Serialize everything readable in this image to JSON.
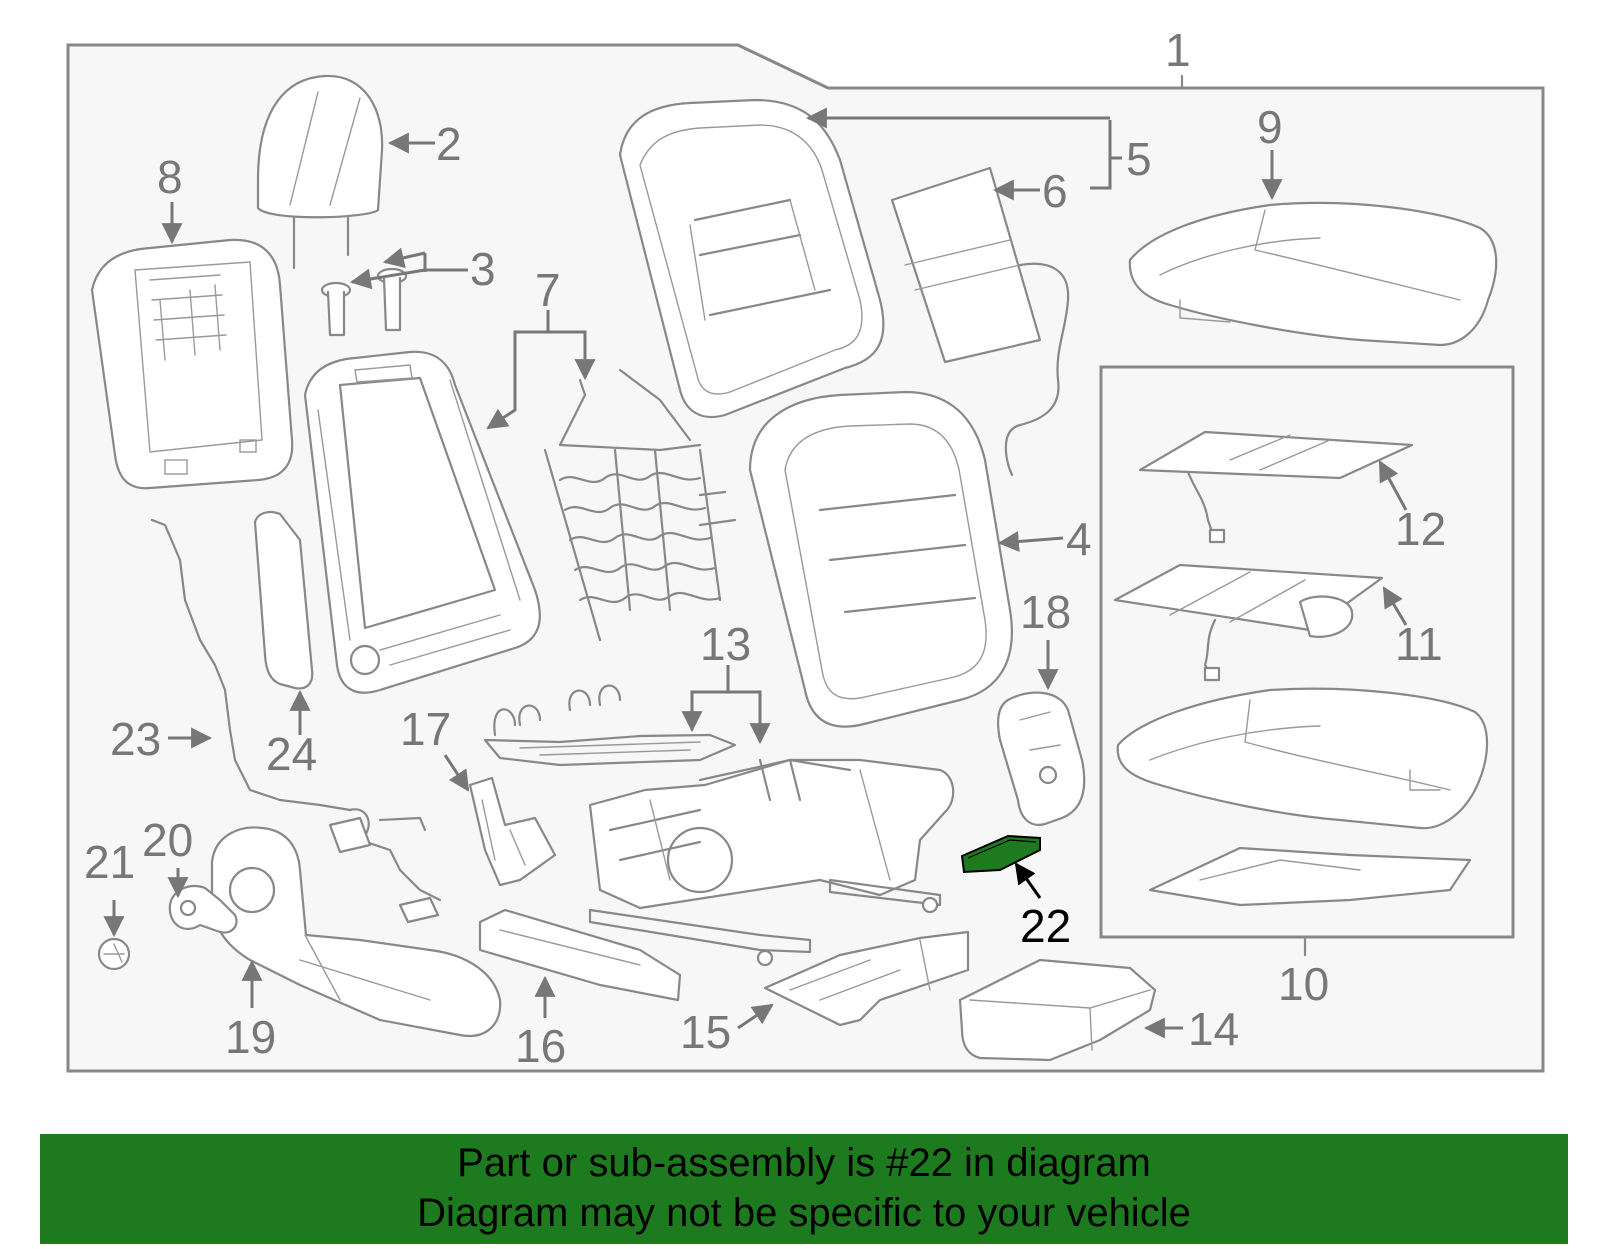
{
  "diagram": {
    "highlight_part": "22",
    "highlight_color": "#1e7a1e",
    "banner_color": "#1e7a1e",
    "callouts": [
      "1",
      "2",
      "3",
      "4",
      "5",
      "6",
      "7",
      "8",
      "9",
      "10",
      "11",
      "12",
      "13",
      "14",
      "15",
      "16",
      "17",
      "18",
      "19",
      "20",
      "21",
      "22",
      "23",
      "24"
    ]
  },
  "banner": {
    "line1": "Part or sub-assembly is #22 in diagram",
    "line2": "Diagram may not be specific to your vehicle"
  }
}
